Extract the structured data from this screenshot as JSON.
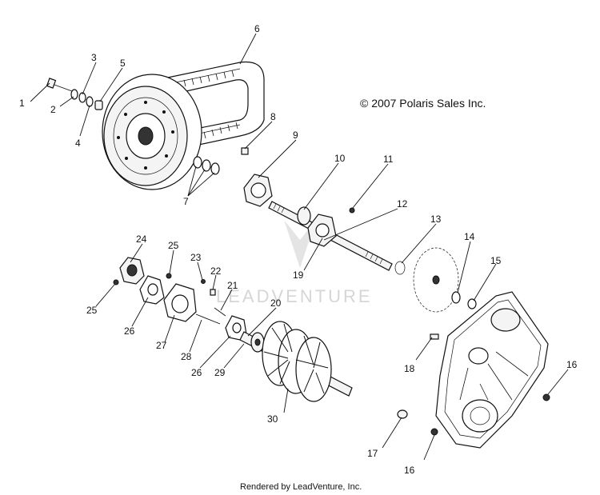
{
  "copyright": "© 2007 Polaris Sales Inc.",
  "footer": "Rendered by LeadVenture, Inc.",
  "watermark": "LEADVENTURE",
  "callouts": [
    {
      "id": "1",
      "label": "1"
    },
    {
      "id": "2",
      "label": "2"
    },
    {
      "id": "3",
      "label": "3"
    },
    {
      "id": "4",
      "label": "4"
    },
    {
      "id": "5",
      "label": "5"
    },
    {
      "id": "6",
      "label": "6"
    },
    {
      "id": "7",
      "label": "7"
    },
    {
      "id": "8",
      "label": "8"
    },
    {
      "id": "9",
      "label": "9"
    },
    {
      "id": "10",
      "label": "10"
    },
    {
      "id": "11",
      "label": "11"
    },
    {
      "id": "12",
      "label": "12"
    },
    {
      "id": "13",
      "label": "13"
    },
    {
      "id": "14",
      "label": "14"
    },
    {
      "id": "15",
      "label": "15"
    },
    {
      "id": "16a",
      "label": "16"
    },
    {
      "id": "16b",
      "label": "16"
    },
    {
      "id": "17",
      "label": "17"
    },
    {
      "id": "18",
      "label": "18"
    },
    {
      "id": "19",
      "label": "19"
    },
    {
      "id": "20",
      "label": "20"
    },
    {
      "id": "21",
      "label": "21"
    },
    {
      "id": "22",
      "label": "22"
    },
    {
      "id": "23",
      "label": "23"
    },
    {
      "id": "24",
      "label": "24"
    },
    {
      "id": "25a",
      "label": "25"
    },
    {
      "id": "25b",
      "label": "25"
    },
    {
      "id": "26a",
      "label": "26"
    },
    {
      "id": "26b",
      "label": "26"
    },
    {
      "id": "27",
      "label": "27"
    },
    {
      "id": "28",
      "label": "28"
    },
    {
      "id": "29",
      "label": "29"
    },
    {
      "id": "30",
      "label": "30"
    }
  ]
}
